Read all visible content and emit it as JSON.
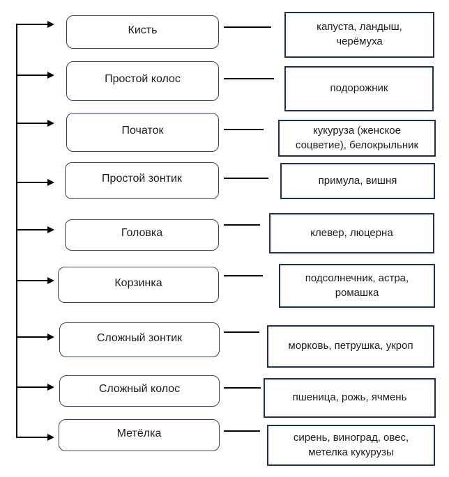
{
  "rows": [
    {
      "type": "Кисть",
      "examples": "капуста, ландыш,\nчерёмуха"
    },
    {
      "type": "Простой колос",
      "examples": "подорожник"
    },
    {
      "type": "Початок",
      "examples": "кукуруза (женское\nсоцветие), белокрыльник"
    },
    {
      "type": "Простой зонтик",
      "examples": "примула, вишня"
    },
    {
      "type": "Головка",
      "examples": "клевер, люцерна"
    },
    {
      "type": "Корзинка",
      "examples": "подсолнечник, астра,\nромашка"
    },
    {
      "type": "Сложный зонтик",
      "examples": "морковь, петрушка, укроп"
    },
    {
      "type": "Сложный колос",
      "examples": "пшеница, рожь, ячмень"
    },
    {
      "type": "Метёлка",
      "examples": "сирень, виноград, овес,\nметелка кукурузы"
    }
  ],
  "colors": {
    "type_box_border": "#32436b",
    "examples_box_border": "#1f3150",
    "line": "#000000",
    "text": "#1c1c1c",
    "background": "#ffffff"
  }
}
